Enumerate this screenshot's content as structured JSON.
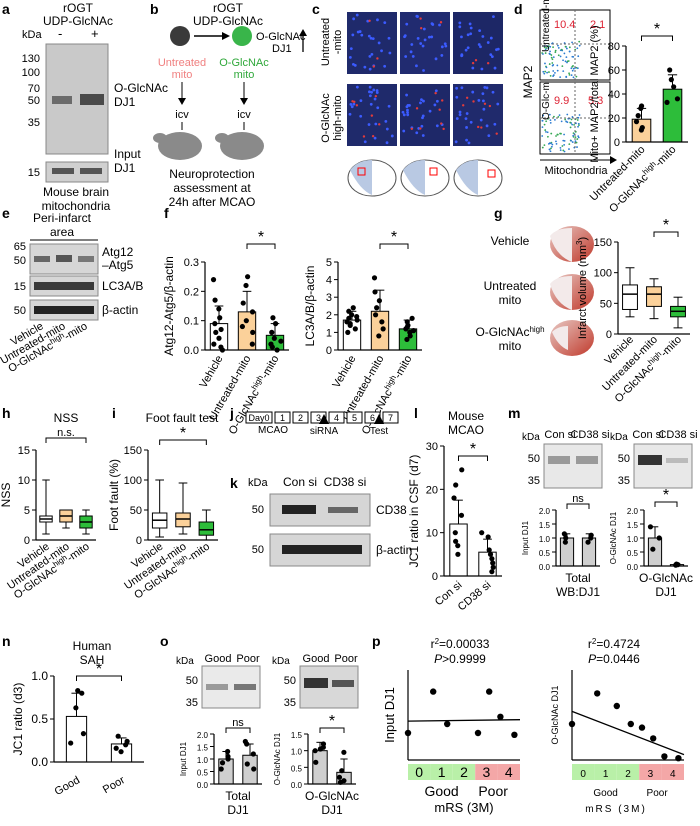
{
  "panel_letters": {
    "a": "a",
    "b": "b",
    "c": "c",
    "d": "d",
    "e": "e",
    "f": "f",
    "g": "g",
    "h": "h",
    "i": "i",
    "j": "j",
    "k": "k",
    "l": "l",
    "m": "m",
    "n": "n",
    "o": "o",
    "p": "p"
  },
  "common": {
    "kda": "kDa",
    "ns": "ns",
    "star": "*"
  },
  "colors": {
    "untreated": "#fbd19a",
    "oglc": "#2dbd3a",
    "vehicle": "#ffffff",
    "gray_bar": "#cfcfcf",
    "mito_label": "#f08080",
    "oglc_label": "#2fa83a",
    "mrs_green": "#b9f0a8",
    "mrs_red": "#f4a7a7",
    "scatter": "#2d8f3a"
  },
  "a": {
    "title1": "rOGT",
    "title2": "UDP-GlcNAc",
    "minus": "-",
    "plus": "+",
    "ladder": [
      "130",
      "100",
      "70",
      "50",
      "35",
      "15"
    ],
    "lbl_top": "O-GlcNAc",
    "lbl_top2": "DJ1",
    "lbl_bot": "Input",
    "lbl_bot2": "DJ1",
    "caption1": "Mouse brain",
    "caption2": "mitochondria"
  },
  "b": {
    "title1": "rOGT",
    "title2": "UDP-GlcNAc",
    "ogl1": "O-GlcNAc",
    "ogl2": "DJ1",
    "untreated1": "Untreated",
    "untreated2": "mito",
    "oglc1": "O-GlcNAc",
    "oglc2": "mito",
    "icv": "icv",
    "cap1": "Neuroprotection",
    "cap2": "assessment at",
    "cap3": "24h after MCAO"
  },
  "c": {
    "row1a": "Untreated",
    "row1b": "-mito",
    "row2a": "O-GlcNAc",
    "row2b": "high",
    "row2c": "-mito"
  },
  "d": {
    "ylabel": "MAP2",
    "xlabel": "Mitochondria",
    "inner_top": "Untreated-m",
    "inner_bot": "O-Glc-m",
    "q_tl1": "10.4",
    "q_tr1": "2.1",
    "q_tl2": "9.9",
    "q_tr2": "5.3",
    "chart_ylabel": "Mito+ MAP2/total MAP2 (%)",
    "cat1": "Untreated-mito",
    "cat2": "O-GlcNAc",
    "cat2sup": "high",
    "cat2b": "-mito"
  },
  "e": {
    "title1": "Peri-infarct",
    "title2": "area",
    "lbl1": "Atg12",
    "lbl1b": "–Atg5",
    "lbl2": "LC3A/B",
    "lbl3": "β-actin",
    "ladder": [
      "65",
      "50",
      "15",
      "50"
    ],
    "cat1": "Vehicle",
    "cat2": "Untreated-mito",
    "cat3": "O-GlcNAc",
    "cat3sup": "high",
    "cat3b": "-mito"
  },
  "f": {
    "ylabel1": "Atg12-Atg5/β-actin",
    "ylabel2": "LC3A/B/β-actin",
    "cat1": "Vehicle",
    "cat2": "Untreated-mito",
    "cat3a": "O-GlcNAc",
    "cat3sup": "high",
    "cat3b": "-mito"
  },
  "g": {
    "row1": "Vehicle",
    "row2a": "Untreated",
    "row2b": "mito",
    "row3a": "O-GlcNAc",
    "row3sup": "high",
    "row3b": "mito",
    "ylabel": "Infarct volume (mm",
    "ylabel_sup": "3",
    "ylabel_end": ")",
    "cat1": "Vehicle",
    "cat2": "Untreated-mito",
    "cat3": "O-GlcNAc",
    "cat3sup": "high",
    "cat3b": "-mito"
  },
  "h": {
    "title": "NSS",
    "ylabel": "NSS",
    "sig": "n.s.",
    "cat1": "Vehicle",
    "cat2": "Untreated-mito",
    "cat3": "O-GlcNAc",
    "cat3sup": "high",
    "cat3b": "-mito"
  },
  "i": {
    "title": "Foot fault test",
    "ylabel": "Foot fault (%)",
    "cat1": "Vehicle",
    "cat2": "Untreated-mito",
    "cat3": "O-GlcNAc",
    "cat3sup": "high",
    "cat3b": "-mito"
  },
  "j": {
    "days": [
      "Day0",
      "1",
      "2",
      "3",
      "4",
      "5",
      "6",
      "7"
    ],
    "mcao": "MCAO",
    "sirna": "siRNA",
    "test": "Test"
  },
  "k": {
    "con": "Con si",
    "cd38": "CD38 si",
    "lbl1": "CD38",
    "lbl2": "β-actin",
    "ladder": [
      "50",
      "50"
    ]
  },
  "l": {
    "title1": "Mouse",
    "title2": "MCAO",
    "ylabel": "JC1 ratio in CSF (d7)",
    "cat1": "Con si",
    "cat2": "CD38 si"
  },
  "m": {
    "con": "Con si",
    "cd38": "CD38 si",
    "ladder_l": [
      "50",
      "35"
    ],
    "ladder_r": [
      "50",
      "35"
    ],
    "ylabel_l": "Input DJ1",
    "ylabel_r": "O-GlcNAc DJ1",
    "cap_l1": "Total",
    "cap_l2": "WB:DJ1",
    "cap_r1": "O-GlcNAc",
    "cap_r2": "DJ1"
  },
  "n": {
    "title1": "Human",
    "title2": "SAH",
    "ylabel": "JC1 ratio (d3)",
    "cat1": "Good",
    "cat2": "Poor"
  },
  "o": {
    "good": "Good",
    "poor": "Poor",
    "ladder_l": [
      "50",
      "35"
    ],
    "ladder_r": [
      "50",
      "35"
    ],
    "ylabel_l": "Input DJ1",
    "ylabel_r": "O-GlcNAc DJ1",
    "cap_l1": "Total",
    "cap_l2": "DJ1",
    "cap_r1": "O-GlcNAc",
    "cap_r2": "DJ1"
  },
  "p": {
    "stat_l1": "r",
    "stat_l1_sup": "2",
    "stat_l1_val": "=0.00033",
    "stat_l2": "P",
    "stat_l2_val": ">0.9999",
    "stat_r1_val": "=0.4724",
    "stat_r2_val": "=0.0446",
    "ylabel_l": "Input DJ1",
    "ylabel_r": "O-GlcNAc DJ1",
    "mrs": [
      "0",
      "1",
      "2",
      "3",
      "4"
    ],
    "good": "Good",
    "poor": "Poor",
    "xlabel": "mRS (3M)"
  },
  "chart_data": [
    {
      "panel": "d",
      "type": "bar",
      "categories": [
        "Untreated-mito",
        "O-GlcNAc high-mito"
      ],
      "values": [
        19,
        44
      ],
      "errors": [
        9,
        12
      ],
      "points": [
        [
          10,
          12,
          17,
          22,
          28,
          30
        ],
        [
          33,
          36,
          46,
          52,
          60
        ]
      ],
      "ylim": [
        0,
        80
      ],
      "yticks": [
        0,
        20,
        40,
        60,
        80
      ],
      "ylabel": "Mito+ MAP2/total MAP2 (%)",
      "sig": "*"
    },
    {
      "panel": "f1",
      "type": "bar",
      "categories": [
        "Vehicle",
        "Untreated-mito",
        "O-GlcNAc high-mito"
      ],
      "values": [
        0.09,
        0.13,
        0.05
      ],
      "errors": [
        0.06,
        0.07,
        0.04
      ],
      "points": [
        [
          0.0,
          0.01,
          0.02,
          0.04,
          0.06,
          0.07,
          0.09,
          0.11,
          0.14,
          0.17,
          0.24
        ],
        [
          0.02,
          0.06,
          0.08,
          0.1,
          0.13,
          0.16,
          0.22,
          0.25
        ],
        [
          0.0,
          0.01,
          0.02,
          0.03,
          0.04,
          0.06,
          0.09,
          0.11
        ]
      ],
      "ylim": [
        0,
        0.3
      ],
      "yticks": [
        0,
        0.1,
        0.2,
        0.3
      ],
      "ylabel": "Atg12-Atg5/β-actin",
      "sig": "*"
    },
    {
      "panel": "f2",
      "type": "bar",
      "categories": [
        "Vehicle",
        "Untreated-mito",
        "O-GlcNAc high-mito"
      ],
      "values": [
        1.7,
        2.2,
        1.2
      ],
      "errors": [
        0.5,
        1.2,
        0.5
      ],
      "points": [
        [
          1.0,
          1.2,
          1.4,
          1.5,
          1.6,
          1.7,
          1.8,
          1.9,
          2.0,
          2.2,
          2.4
        ],
        [
          0.8,
          1.2,
          1.6,
          2.0,
          2.4,
          2.8,
          3.3,
          4.1
        ],
        [
          0.6,
          0.8,
          1.0,
          1.1,
          1.2,
          1.3,
          1.4,
          1.6,
          1.8
        ]
      ],
      "ylim": [
        0,
        5
      ],
      "yticks": [
        0,
        1,
        2,
        3,
        4,
        5
      ],
      "ylabel": "LC3A/B/β-actin",
      "sig": "*"
    },
    {
      "panel": "g",
      "type": "box",
      "categories": [
        "Vehicle",
        "Untreated-mito",
        "O-GlcNAc high-mito"
      ],
      "boxes": [
        [
          28,
          40,
          65,
          80,
          108
        ],
        [
          25,
          45,
          65,
          77,
          90
        ],
        [
          10,
          28,
          37,
          45,
          60
        ]
      ],
      "ylim": [
        0,
        150
      ],
      "yticks": [
        0,
        50,
        100,
        150
      ],
      "ylabel": "Infarct volume (mm3)",
      "sig": "*"
    },
    {
      "panel": "h",
      "type": "box",
      "categories": [
        "Vehicle",
        "Untreated-mito",
        "O-GlcNAc high-mito"
      ],
      "boxes": [
        [
          1,
          3,
          3.5,
          4,
          10
        ],
        [
          2,
          3,
          4,
          5,
          5
        ],
        [
          1,
          2,
          3,
          4,
          5
        ]
      ],
      "ylim": [
        0,
        15
      ],
      "yticks": [
        0,
        5,
        10,
        15
      ],
      "ylabel": "NSS",
      "sig": "n.s."
    },
    {
      "panel": "i",
      "type": "box",
      "categories": [
        "Vehicle",
        "Untreated-mito",
        "O-GlcNAc high-mito"
      ],
      "boxes": [
        [
          5,
          20,
          33,
          45,
          100
        ],
        [
          10,
          22,
          35,
          45,
          95
        ],
        [
          0,
          8,
          17,
          30,
          50
        ]
      ],
      "ylim": [
        0,
        150
      ],
      "yticks": [
        0,
        50,
        100,
        150
      ],
      "ylabel": "Foot fault (%)",
      "sig": "*"
    },
    {
      "panel": "l",
      "type": "bar",
      "categories": [
        "Con si",
        "CD38 si"
      ],
      "values": [
        12,
        5.5
      ],
      "errors": [
        5.5,
        3
      ],
      "points": [
        [
          5,
          7,
          8,
          10,
          14,
          18,
          21,
          24.5
        ],
        [
          1,
          2,
          3,
          4,
          5,
          6,
          9,
          10
        ]
      ],
      "ylim": [
        0,
        30
      ],
      "yticks": [
        0,
        10,
        20,
        30
      ],
      "ylabel": "JC1 ratio in CSF (d7)",
      "sig": "*"
    },
    {
      "panel": "m1",
      "type": "bar",
      "categories": [
        "Con si",
        "CD38 si"
      ],
      "values": [
        1.0,
        1.0
      ],
      "errors": [
        0.15,
        0.15
      ],
      "points": [
        [
          0.85,
          1.0,
          1.15
        ],
        [
          0.85,
          1.0,
          1.1
        ]
      ],
      "ylim": [
        0,
        2.0
      ],
      "yticks": [
        0.0,
        0.5,
        1.0,
        1.5,
        2.0
      ],
      "ylabel": "Input DJ1",
      "sig": "ns"
    },
    {
      "panel": "m2",
      "type": "bar",
      "categories": [
        "Con si",
        "CD38 si"
      ],
      "values": [
        1.0,
        0.05
      ],
      "errors": [
        0.4,
        0.03
      ],
      "points": [
        [
          0.6,
          1.0,
          1.4
        ],
        [
          0.03,
          0.05,
          0.07
        ]
      ],
      "ylim": [
        0,
        2.0
      ],
      "yticks": [
        0.0,
        0.5,
        1.0,
        1.5,
        2.0
      ],
      "ylabel": "O-GlcNAc DJ1",
      "sig": "*"
    },
    {
      "panel": "n",
      "type": "bar",
      "categories": [
        "Good",
        "Poor"
      ],
      "values": [
        0.53,
        0.21
      ],
      "errors": [
        0.27,
        0.07
      ],
      "points": [
        [
          0.22,
          0.33,
          0.63,
          0.8,
          0.83
        ],
        [
          0.12,
          0.16,
          0.2,
          0.24,
          0.3
        ]
      ],
      "ylim": [
        0,
        1.0
      ],
      "yticks": [
        0.0,
        0.5,
        1.0
      ],
      "ylabel": "JC1 ratio (d3)",
      "sig": "*"
    },
    {
      "panel": "o1",
      "type": "bar",
      "categories": [
        "Good",
        "Poor"
      ],
      "values": [
        1.0,
        1.15
      ],
      "errors": [
        0.3,
        0.45
      ],
      "points": [
        [
          0.6,
          0.85,
          1.0,
          1.1,
          1.3
        ],
        [
          0.6,
          0.8,
          1.2,
          1.6,
          1.7
        ]
      ],
      "ylim": [
        0,
        2.0
      ],
      "yticks": [
        0.0,
        0.5,
        1.0,
        1.5,
        2.0
      ],
      "ylabel": "Input DJ1",
      "sig": "ns"
    },
    {
      "panel": "o2",
      "type": "bar",
      "categories": [
        "Good",
        "Poor"
      ],
      "values": [
        1.0,
        0.35
      ],
      "errors": [
        0.25,
        0.4
      ],
      "points": [
        [
          0.65,
          1.0,
          1.05,
          1.1,
          1.2
        ],
        [
          0.05,
          0.1,
          0.2,
          0.4,
          0.95
        ]
      ],
      "ylim": [
        0,
        1.5
      ],
      "yticks": [
        0.0,
        0.5,
        1.0,
        1.5
      ],
      "ylabel": "O-GlcNAc DJ1",
      "sig": "*"
    },
    {
      "panel": "p1",
      "type": "scatter",
      "x": [
        0,
        0.9,
        1.4,
        2.5,
        2.9,
        3.3,
        3.8
      ],
      "y": [
        0.75,
        1.9,
        1.0,
        0.75,
        1.9,
        1.2,
        0.7
      ],
      "fit": [
        1.08,
        1.12
      ],
      "ylim": [
        0,
        2.5
      ],
      "xrange": [
        0,
        4
      ]
    },
    {
      "panel": "p2",
      "type": "scatter",
      "x": [
        0,
        0.9,
        1.6,
        2.1,
        2.5,
        2.9,
        3.3,
        3.8
      ],
      "y": [
        1.0,
        1.85,
        1.5,
        1.0,
        0.9,
        0.6,
        0.1,
        0.05
      ],
      "fit": [
        1.35,
        0.15
      ],
      "ylim": [
        0,
        2.5
      ],
      "xrange": [
        0,
        4
      ]
    }
  ]
}
